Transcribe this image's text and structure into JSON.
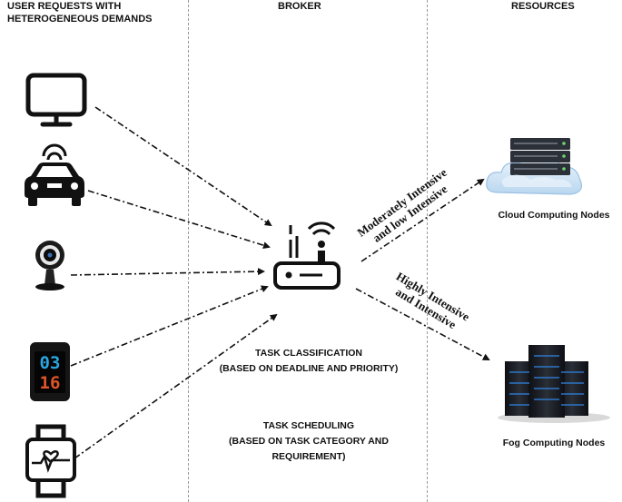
{
  "columns": {
    "users": "USER REQUESTS WITH\nHETEROGENEOUS DEMANDS",
    "broker": "BROKER",
    "resources": "RESOURCES"
  },
  "broker": {
    "classification": "TASK CLASSIFICATION\n(BASED ON DEADLINE AND PRIORITY)",
    "scheduling": "TASK SCHEDULING\n(BASED ON TASK CATEGORY AND\nREQUIREMENT)"
  },
  "routes": {
    "cloud": "Moderately Intensive\nand low Intensive",
    "fog": "Highly Intensive\nand Intensive"
  },
  "resources": {
    "cloud": "Cloud Computing Nodes",
    "fog": "Fog Computing Nodes"
  },
  "wearable": {
    "digits_top": "03",
    "digits_bottom": "16"
  },
  "icons": [
    "monitor-icon",
    "car-icon",
    "camera-icon",
    "smartwatch-icon",
    "fitness-band-icon",
    "router-icon",
    "cloud-server-icon",
    "fog-server-icon"
  ],
  "colors": {
    "line": "#111111",
    "cloud": "#cfe3f5",
    "fog_glow": "#2f7fd8"
  }
}
